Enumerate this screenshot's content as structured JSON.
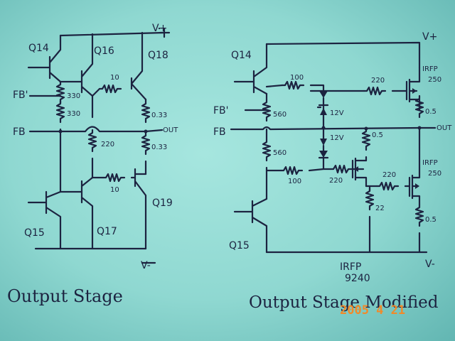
{
  "left": {
    "transistors": {
      "q14": "Q14",
      "q16": "Q16",
      "q18": "Q18",
      "q15": "Q15",
      "q17": "Q17",
      "q19": "Q19"
    },
    "nets": {
      "fb1": "FB'",
      "fb": "FB",
      "out": "OUT",
      "vplus": "V+",
      "vminus": "V-"
    },
    "resistors": {
      "r330a": "330",
      "r330b": "330",
      "r10a": "10",
      "r033a": "0.33",
      "r220": "220",
      "r033b": "0.33",
      "r10b": "10"
    },
    "caption": "Output Stage"
  },
  "right": {
    "transistors": {
      "q14": "Q14",
      "q15": "Q15",
      "irfp250a": "IRFP\n250",
      "irfp250b": "IRFP\n250",
      "irfp9240": "IRFP\n9240"
    },
    "nets": {
      "fb1": "FB'",
      "fb": "FB",
      "out": "OUT",
      "vplus": "V+",
      "vminus": "V-"
    },
    "resistors": {
      "r100a": "100",
      "r220a": "220",
      "r560a": "560",
      "r05a": "0.5",
      "r05b": "0.5",
      "r220b": "220",
      "r560b": "560",
      "r100b": "100",
      "r220c": "220",
      "r22": "22",
      "r05c": "0.5"
    },
    "zeners": {
      "z1": "12V",
      "z2": "12V"
    },
    "caption": "Output Stage Modified"
  },
  "date_stamp": "2005  4 21"
}
